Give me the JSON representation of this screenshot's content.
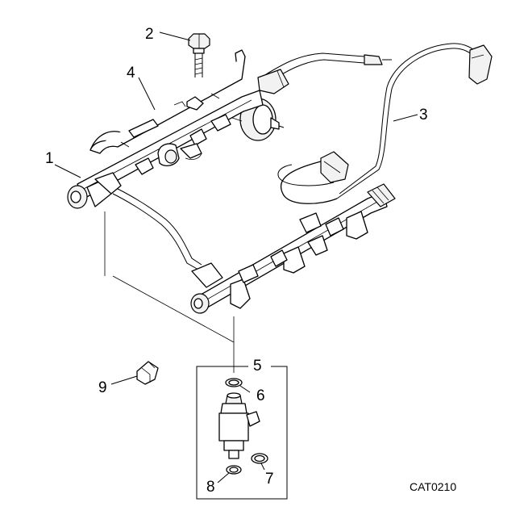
{
  "diagram": {
    "callouts": {
      "c1": "1",
      "c2": "2",
      "c3": "3",
      "c4": "4",
      "c5": "5",
      "c6": "6",
      "c7": "7",
      "c8": "8",
      "c9": "9"
    },
    "reference_code": "CAT0210"
  }
}
